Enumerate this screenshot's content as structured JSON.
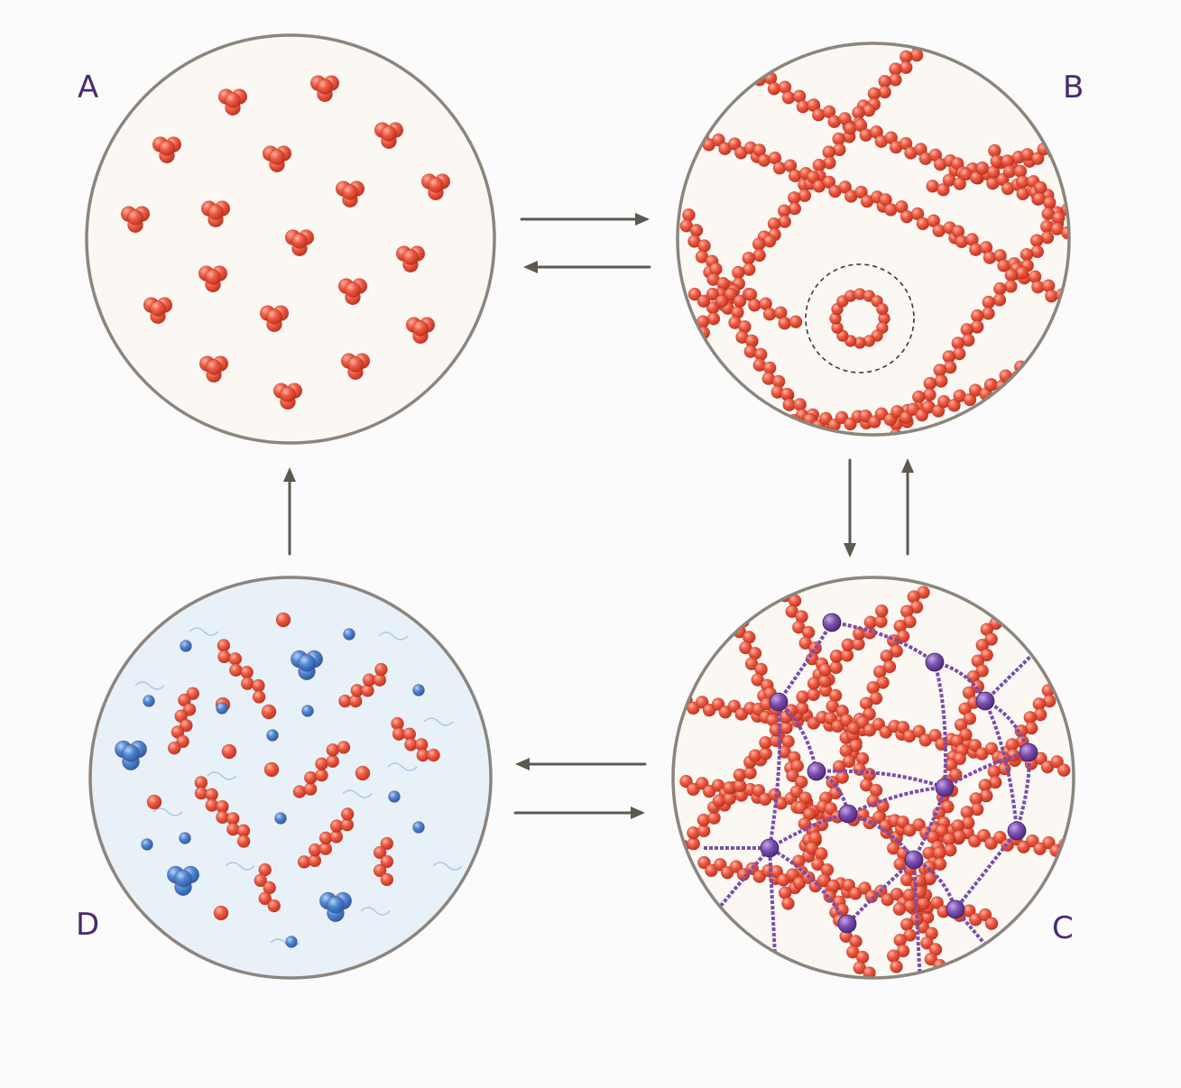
{
  "panels": {
    "a": {
      "label": "A"
    },
    "b": {
      "label": "B"
    },
    "c": {
      "label": "C"
    },
    "d": {
      "label": "D"
    }
  },
  "colors": {
    "red_particle": "#e8503c",
    "blue_particle": "#3f76c8",
    "crosslinker": "#7a4fa8",
    "circle_fill": "#fbf8f4",
    "circle_fill_d": "#e9f1f8",
    "circle_border": "#8c857e",
    "arrow": "#5d5850",
    "label": "#4a2a6e"
  },
  "icons": {
    "reversible_arrows": "equilibrium-arrows",
    "one_way_arrow": "arrow-up"
  }
}
